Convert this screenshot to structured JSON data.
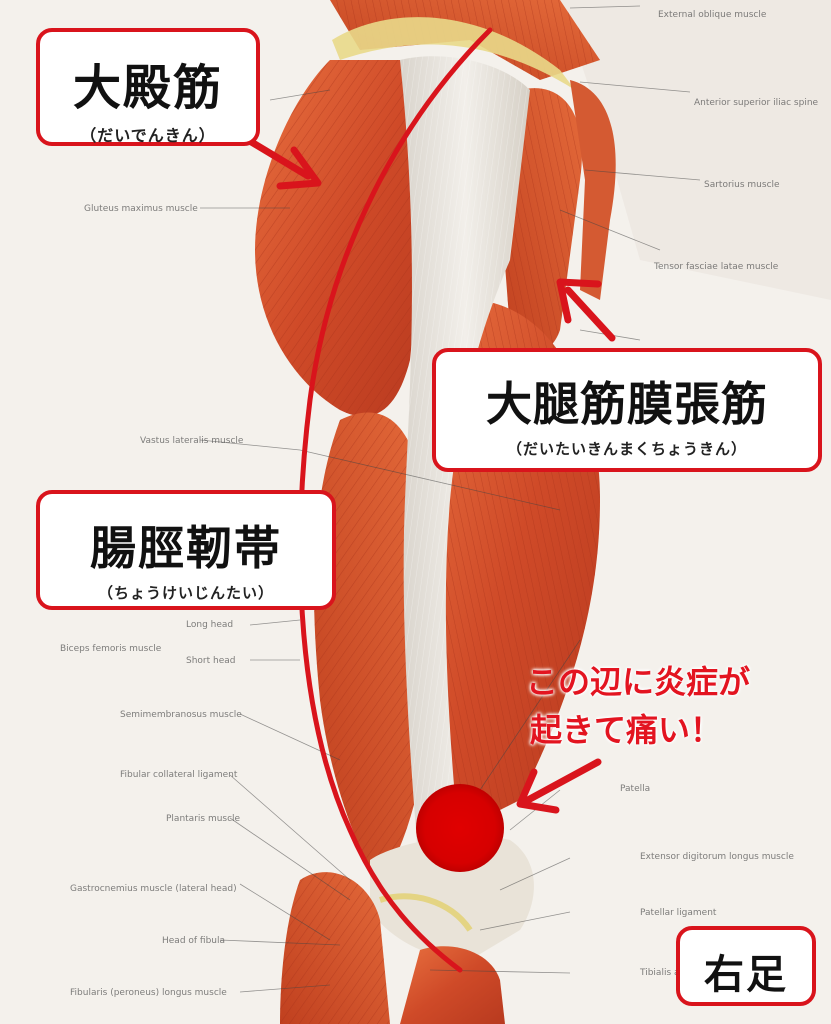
{
  "callouts": {
    "gluteus": {
      "name": "大殿筋",
      "reading": "（だいでんきん）"
    },
    "tfl": {
      "name": "大腿筋膜張筋",
      "reading": "（だいたいきんまくちょうきん）"
    },
    "itb": {
      "name": "腸脛靭帯",
      "reading": "（ちょうけいじんたい）"
    },
    "side": {
      "name": "右足"
    }
  },
  "note": {
    "line1": "この辺に炎症が",
    "line2": "起きて痛い！"
  },
  "atlas_labels": {
    "gluteus_maximus": "Gluteus maximus muscle",
    "external_oblique": "External oblique muscle",
    "anterior_superior_iliac_spine": "Anterior superior iliac spine",
    "sartorius": "Sartorius muscle",
    "tensor_fasciae_latae": "Tensor fasciae latae muscle",
    "vastus_lateralis": "Vastus lateralis muscle",
    "biceps_femoris": "Biceps femoris muscle",
    "long_head": "Long head",
    "short_head": "Short head",
    "semimembranosus": "Semimembranosus muscle",
    "fibular_collateral": "Fibular collateral ligament",
    "plantaris": "Plantaris muscle",
    "gastrocnemius": "Gastrocnemius muscle (lateral head)",
    "patella": "Patella",
    "extensor_digitorum": "Extensor digitorum longus muscle",
    "patellar_ligament": "Patellar ligament",
    "tibialis_anterior": "Tibialis anterior muscle",
    "head_of_fibula": "Head of fibula",
    "fibularis_longus": "Fibularis (peroneus) longus muscle"
  },
  "colors": {
    "accent_red": "#d9141c",
    "muscle_red": "#d8532e",
    "tendon_white": "#ece8e2",
    "background": "#f4f1ec"
  }
}
